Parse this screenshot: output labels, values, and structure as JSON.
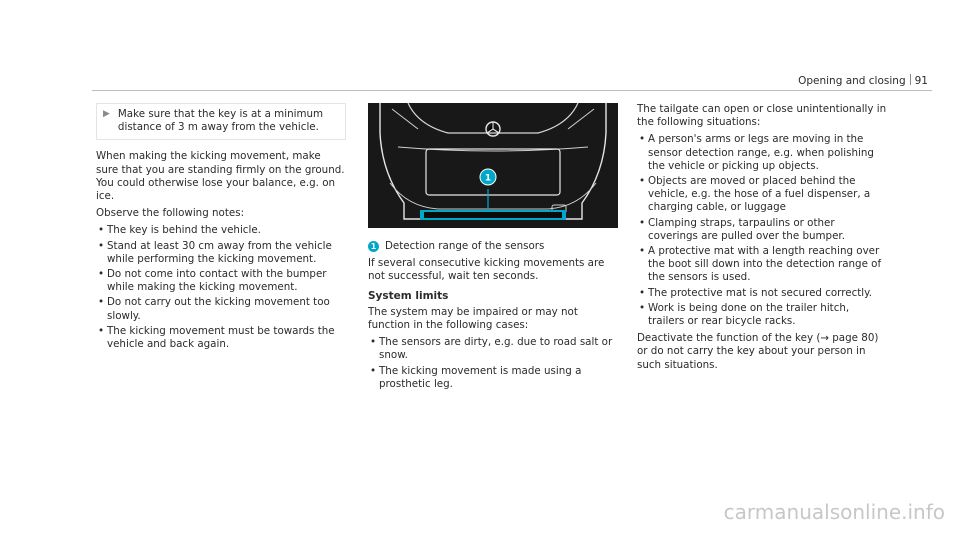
{
  "header": {
    "section": "Opening and closing",
    "page_number": "91"
  },
  "col1": {
    "note": "Make sure that the key is at a minimum distance of 3 m away from the vehicle.",
    "para1": "When making the kicking movement, make sure that you are standing firmly on the ground. You could otherwise lose your balance, e.g. on ice.",
    "para2": "Observe the following notes:",
    "bullets": [
      "The key is behind the vehicle.",
      "Stand at least 30 cm away from the vehicle while performing the kicking movement.",
      "Do not come into contact with the bumper while making the kicking movement.",
      "Do not carry out the kicking movement too slowly.",
      "The kicking movement must be towards the vehicle and back again."
    ]
  },
  "col2": {
    "figure_marker": "1",
    "caption_number": "1",
    "caption": "Detection range of the sensors",
    "para1": "If several consecutive kicking movements are not successful, wait ten seconds.",
    "heading": "System limits",
    "para2": "The system may be impaired or may not function in the following cases:",
    "bullets": [
      "The sensors are dirty, e.g. due to road salt or snow.",
      "The kicking movement is made using a prosthetic leg."
    ]
  },
  "col3": {
    "para1": "The tailgate can open or close unintentionally in the following situations:",
    "bullets": [
      "A person's arms or legs are moving in the sensor detection range, e.g. when polishing the vehicle or picking up objects.",
      "Objects are moved or placed behind the vehicle, e.g. the hose of a fuel dispenser, a charging cable, or luggage",
      "Clamping straps, tarpaulins or other coverings are pulled over the bumper.",
      "A protective mat with a length reaching over the boot sill down into the detection range of the sensors is used.",
      "The protective mat is not secured correctly.",
      "Work is being done on the trailer hitch, trailers or rear bicycle racks."
    ],
    "para2": "Deactivate the function of the key (→ page 80) or do not carry the key about your person in such situations."
  },
  "footer": {
    "watermark": "carmanualsonline.info"
  },
  "colors": {
    "accent": "#00a7c9",
    "figure_bg": "#181818"
  }
}
